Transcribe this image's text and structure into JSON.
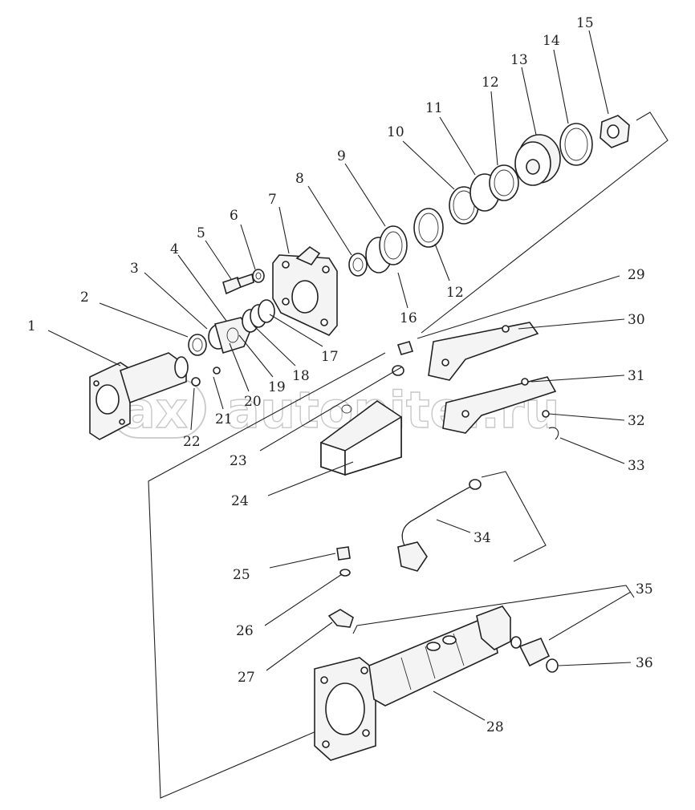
{
  "diagram": {
    "callouts": [
      "1",
      "2",
      "3",
      "4",
      "5",
      "6",
      "7",
      "8",
      "9",
      "10",
      "11",
      "12",
      "12",
      "13",
      "14",
      "15",
      "16",
      "17",
      "18",
      "19",
      "20",
      "21",
      "22",
      "23",
      "24",
      "25",
      "26",
      "27",
      "28",
      "29",
      "30",
      "31",
      "32",
      "33",
      "34",
      "35",
      "36"
    ]
  },
  "watermark": {
    "text": "autopiter.ru",
    "logo": "ax"
  }
}
